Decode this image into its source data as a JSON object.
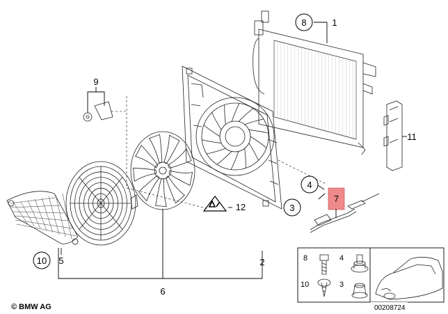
{
  "labels": {
    "l1": "1",
    "l2": "2",
    "l3": "3",
    "l4": "4",
    "l5": "5",
    "l6": "6",
    "l7": "7",
    "l8": "8",
    "l9": "9",
    "l10": "10",
    "l11": "11",
    "l12": "12"
  },
  "inset_labels": {
    "i8": "8",
    "i4": "4",
    "i10": "10",
    "i3": "3"
  },
  "copyright": "© BMW AG",
  "ref_number": "00208724",
  "colors": {
    "highlight": "#f08a8a"
  }
}
